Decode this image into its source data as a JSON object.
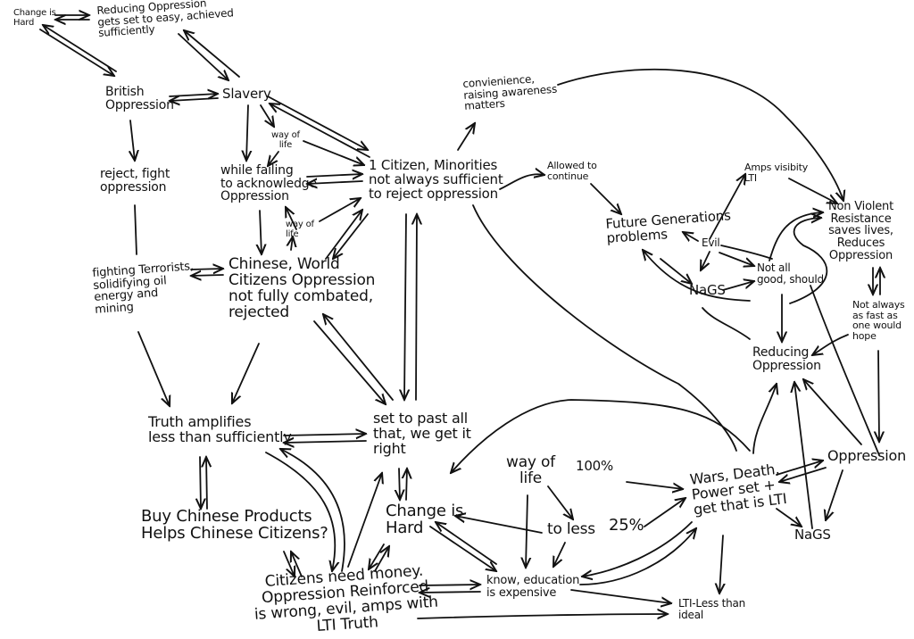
{
  "diagram": {
    "type": "hand-drawn concept map",
    "stroke_color": "#111111",
    "background_color": "#ffffff",
    "nodes": {
      "change_is_hard_top": "Change is\nHard",
      "reducing_oppression_top": "Reducing Oppression\ngets set to easy, achieved\nsufficiently",
      "british_oppression": "British\nOppression",
      "slavery": "Slavery",
      "way_of_life_1": "way of\nlife",
      "way_of_life_2": "way of\nlife",
      "reject_fight": "reject, fight\noppression",
      "while_failing": "while failing\nto acknowledge\nOppression",
      "citizen_minorities": "1 Citizen, Minorities\nnot always sufficient\nto reject oppression",
      "convenience": "convienience,\nraising awareness\nmatters",
      "allowed_to_continue": "Allowed to\ncontinue",
      "future_generations": "Future Generations\nproblems",
      "evil": "Evil",
      "amps_visibility": "Amps visibity\nLTI",
      "non_violent": "Non Violent\nResistance\nsaves lives,\nReduces\nOppression",
      "nags_top": "NaGS",
      "not_all_good": "Not all\ngood, should",
      "not_always_fast": "Not always\nas fast as\none would\nhope",
      "reducing_oppression_right": "Reducing\nOppression",
      "fighting_terrorists": "fighting Terrorists,\nsolidifying oil\nenergy and\nmining",
      "chinese_world": "Chinese, World\nCitizens Oppression\nnot fully combated,\nrejected",
      "truth_amplifies": "Truth amplifies\nless than sufficiently",
      "set_to_past": "set to past all\nthat, we get it\nright",
      "buy_chinese": "Buy Chinese Products\nHelps Chinese Citizens?",
      "change_is_hard_mid": "Change is\nHard",
      "way_of_life_3": "way of\nlife",
      "pct_100": "100%",
      "to_less": "to less",
      "pct_25": "25%",
      "wars_death": "Wars, Death,\nPower set +\nget that is LTI",
      "oppression_right": "Oppression",
      "nags_bottom": "NaGS",
      "citizens_need_money": "Citizens need money.\nOppression Reinforced\nis wrong, evil, amps with\nLTI Truth",
      "know_education": "know, education\nis expensive",
      "lti_less": "LTI-Less than\nideal"
    }
  }
}
